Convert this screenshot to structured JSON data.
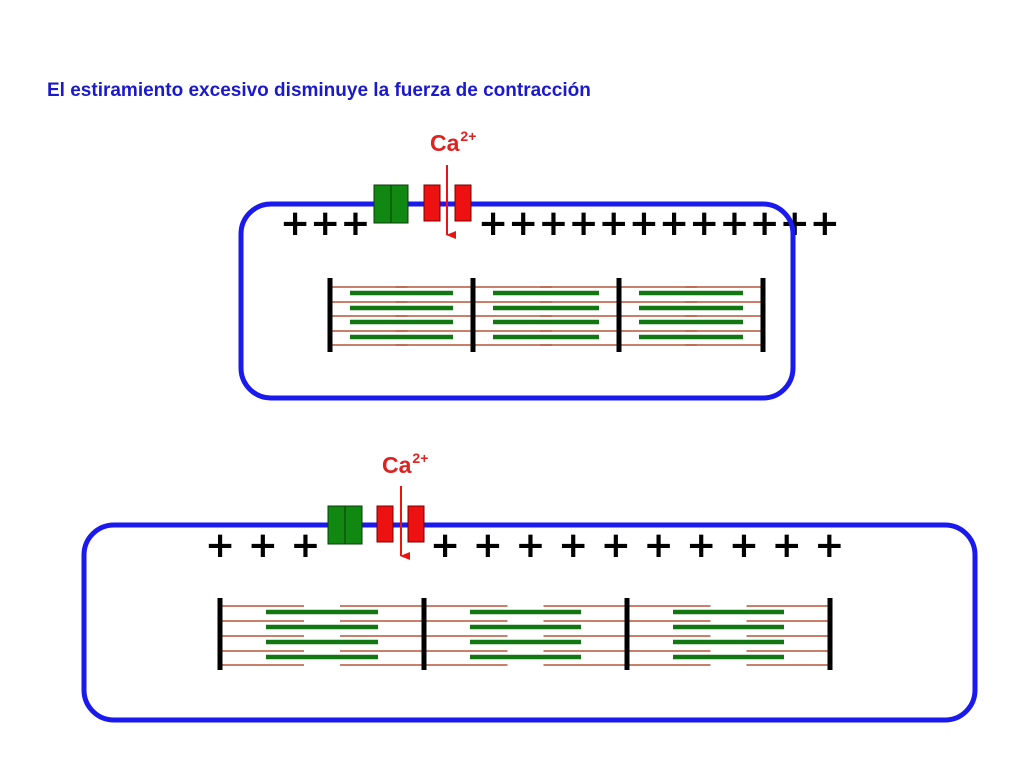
{
  "title": "El estiramiento excesivo disminuye la fuerza de contracción",
  "ion": {
    "base": "Ca",
    "charge": "2+"
  },
  "panels": [
    {
      "charges_left": "+++",
      "charges_right": "++++++++++++"
    },
    {
      "charges_left": "+ + +",
      "charges_right": "+ + + + + + + + + +"
    }
  ],
  "colors": {
    "membrane": "#1a1aee",
    "channel_green": "#118811",
    "channel_red": "#ee1111",
    "thick_filament": "#117711",
    "thin_filament": "#aa3311",
    "z_line": "#000000",
    "title": "#1a1acc",
    "ion": "#dd2222"
  }
}
